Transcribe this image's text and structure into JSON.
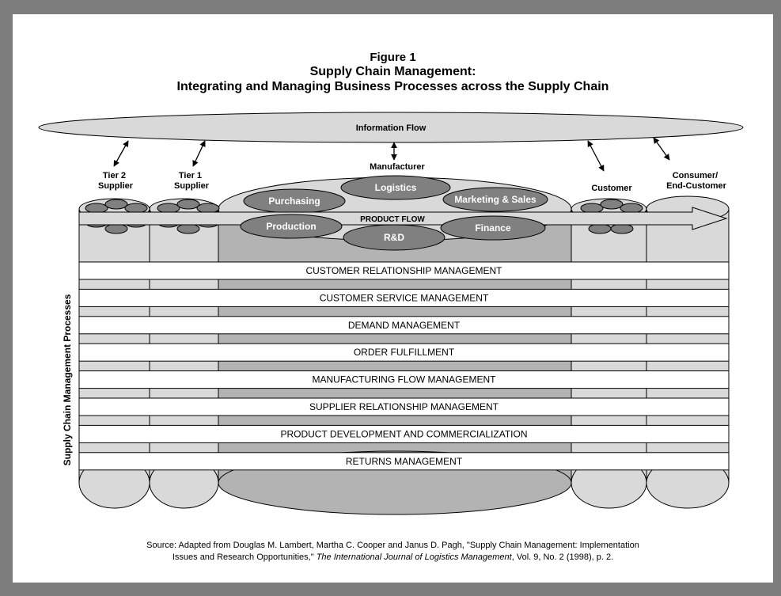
{
  "figure": {
    "label": "Figure 1",
    "title": "Supply Chain Management:",
    "subtitle": "Integrating and Managing Business Processes across the Supply Chain"
  },
  "information_flow": "Information Flow",
  "product_flow": "PRODUCT FLOW",
  "entities": {
    "tier2": [
      "Tier 2",
      "Supplier"
    ],
    "tier1": [
      "Tier 1",
      "Supplier"
    ],
    "manufacturer": "Manufacturer",
    "customer": "Customer",
    "consumer": [
      "Consumer/",
      "End-Customer"
    ]
  },
  "functions": {
    "purchasing": "Purchasing",
    "logistics": "Logistics",
    "marketing": "Marketing & Sales",
    "production": "Production",
    "rd": "R&D",
    "finance": "Finance"
  },
  "processes_axis": "Supply Chain Management Processes",
  "processes": [
    "CUSTOMER RELATIONSHIP MANAGEMENT",
    "CUSTOMER SERVICE MANAGEMENT",
    "DEMAND MANAGEMENT",
    "ORDER FULFILLMENT",
    "MANUFACTURING FLOW MANAGEMENT",
    "SUPPLIER RELATIONSHIP MANAGEMENT",
    "PRODUCT DEVELOPMENT AND COMMERCIALIZATION",
    "RETURNS MANAGEMENT"
  ],
  "source": {
    "prefix": "Source: Adapted from Douglas M. Lambert, Martha C. Cooper and Janus D. Pagh, \"Supply Chain Management: Implementation",
    "line2_start": "Issues  and Research Opportunities,\" ",
    "journal": "The International Journal of Logistics Management",
    "line2_end": ", Vol. 9, No. 2 (1998), p. 2."
  },
  "colors": {
    "frame": "#7d7d7d",
    "light_fill": "#d9d9d9",
    "mid_fill": "#b3b3b3",
    "dark_ellipse": "#808080",
    "outline": "#000000"
  }
}
